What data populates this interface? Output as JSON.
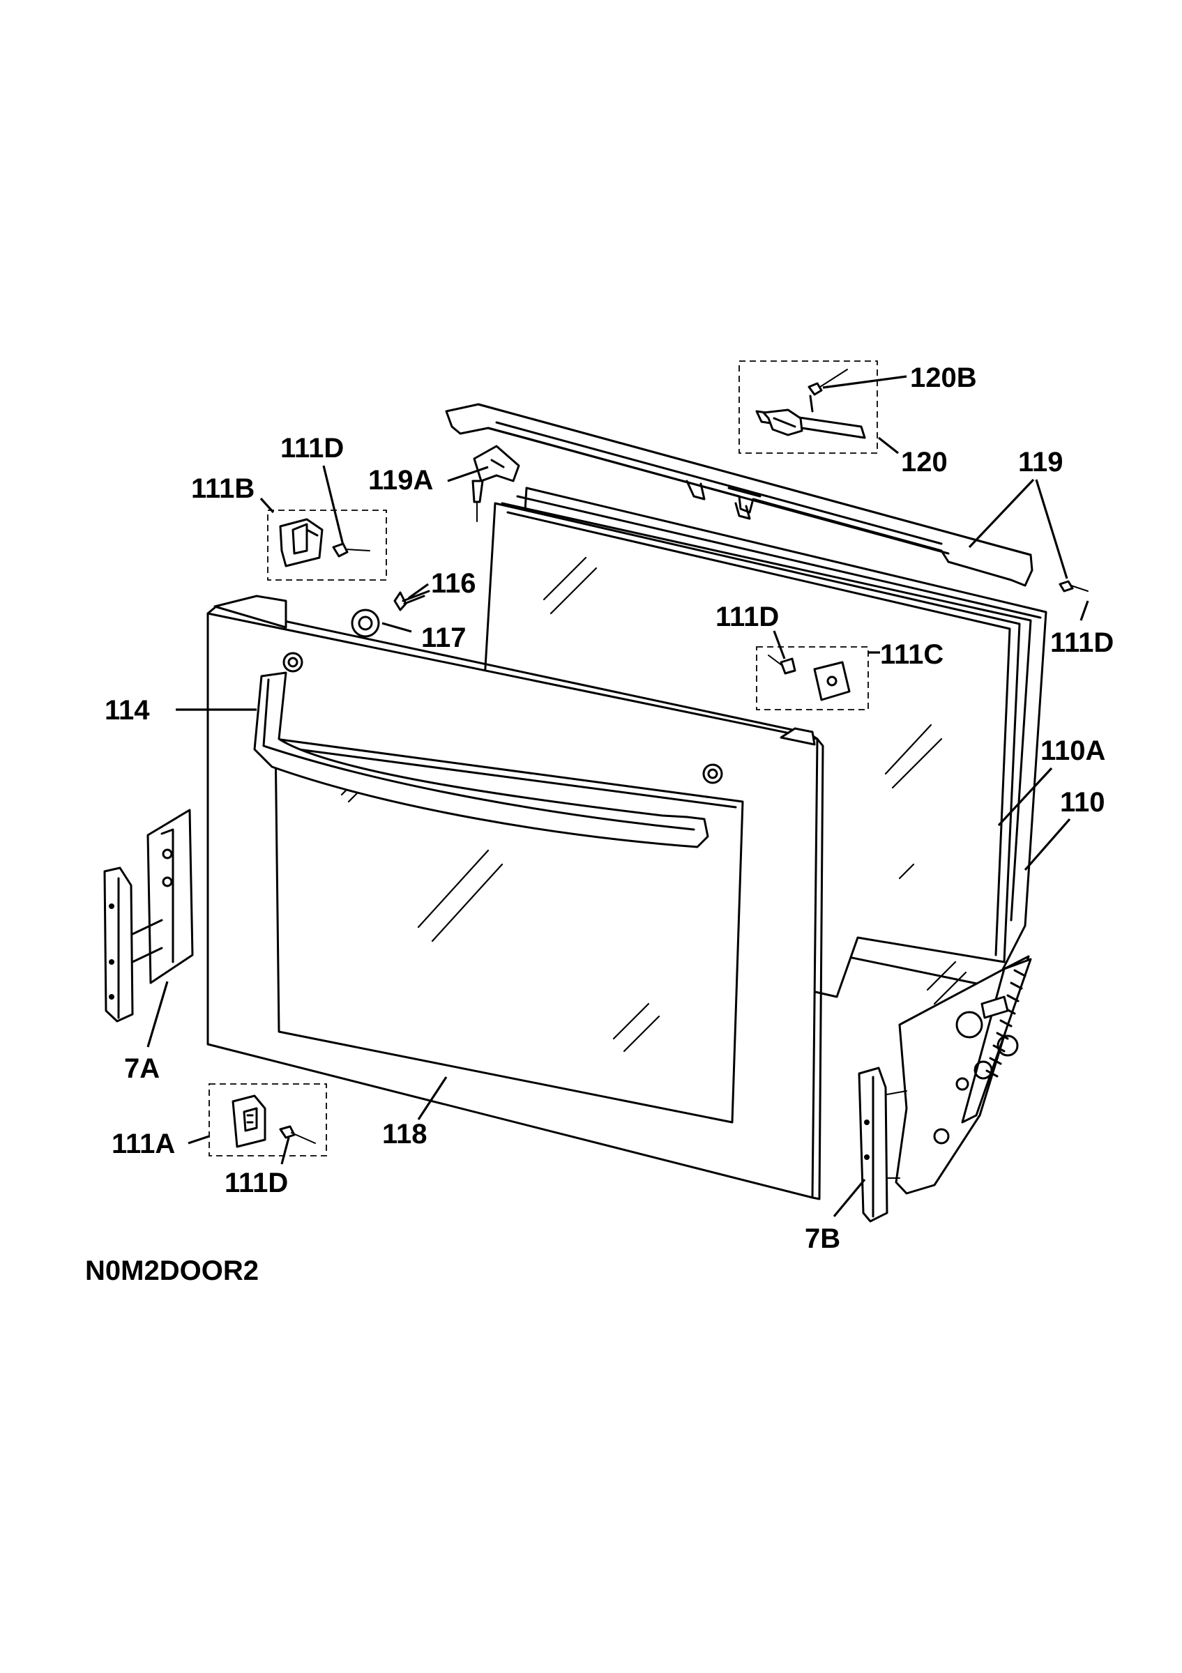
{
  "callouts": {
    "c120B": "120B",
    "c120": "120",
    "c119": "119",
    "c119A": "119A",
    "c111D_top": "111D",
    "c111B": "111B",
    "c116": "116",
    "c117": "117",
    "c111D_mid": "111D",
    "c111C": "111C",
    "c111D_right": "111D",
    "c114": "114",
    "c110A": "110A",
    "c110": "110",
    "c7A": "7A",
    "c111A": "111A",
    "c111D_bottom": "111D",
    "c118": "118",
    "c7B": "7B"
  },
  "diagram_code": "N0M2DOOR2"
}
